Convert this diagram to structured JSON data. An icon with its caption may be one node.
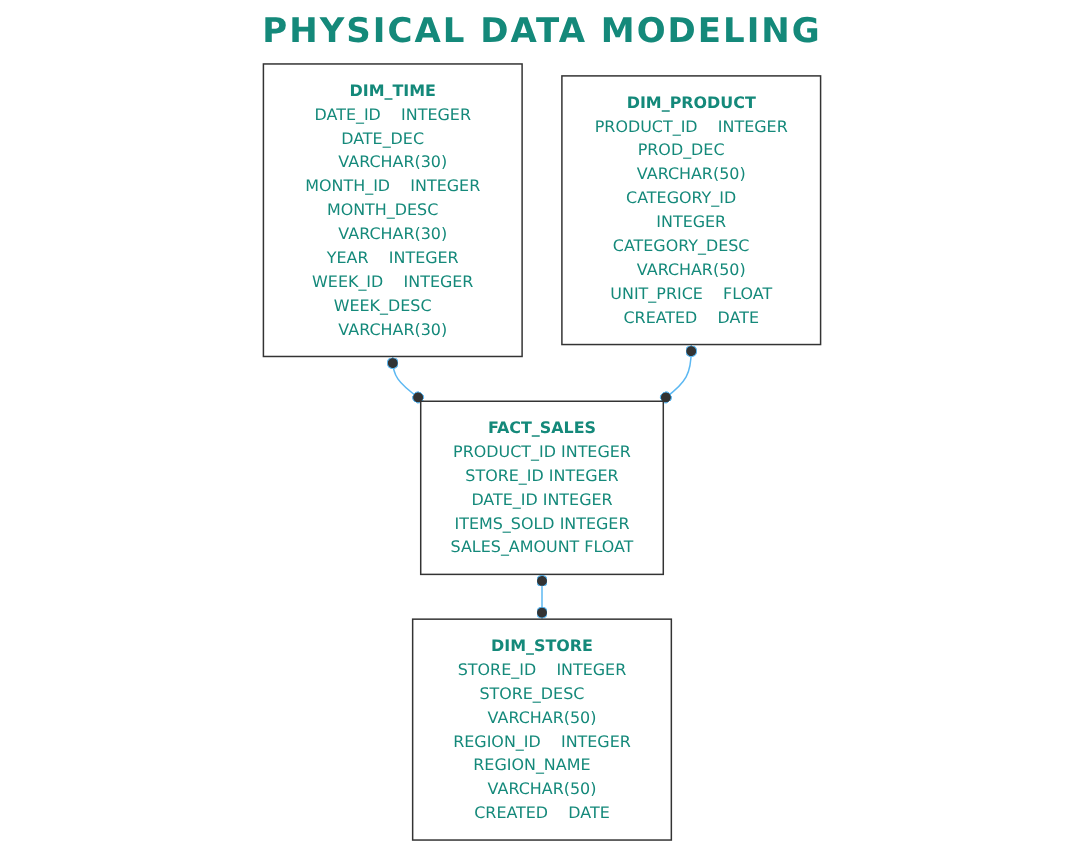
{
  "diagram": {
    "title": "PHYSICAL DATA MODELING",
    "nodes": [
      {
        "text": [
          "DIM_TIME",
          "DATE_ID",
          "INTEGER",
          "DATE_DEC",
          "VARCHAR(30)",
          "MONTH_ID",
          "INTEGER",
          "MONTH_DESC",
          "VARCHAR(30)",
          "YEAR",
          "INTEGER",
          "WEEK_ID",
          "INTEGER",
          "WEEK_DESC",
          "VARCHAR(30)"
        ]
      },
      {
        "text": [
          "DIM_PRODUCT",
          "PRODUCT_ID",
          "INTEGER",
          "PROD_DEC",
          "VARCHAR(50)",
          "CATEGORY_ID",
          "INTEGER",
          "CATEGORY_DESC",
          "VARCHAR(50)",
          "UNIT_PRICE",
          "FLOAT",
          "CREATED",
          "DATE"
        ]
      },
      {
        "text": [
          "FACT_SALES",
          "PRODUCT_ID",
          "INTEGER",
          "STORE_ID",
          "INTEGER",
          "DATE_ID",
          "INTEGER",
          "ITEMS_SOLD",
          "INTEGER",
          "SALES_AMOUNT",
          "FLOAT"
        ]
      },
      {
        "text": [
          "DIM_STORE",
          "STORE_ID",
          "INTEGER",
          "STORE_DESC",
          "VARCHAR(50)",
          "REGION_ID",
          "INTEGER",
          "REGION_NAME",
          "VARCHAR(50)",
          "CREATED",
          "DATE"
        ]
      }
    ],
    "edges": [
      {
        "from": 0,
        "to": 2,
        "arrow": "other"
      },
      {
        "from": 1,
        "to": 2,
        "arrow": "other"
      },
      {
        "from": 2,
        "to": 3,
        "arrow": "other"
      }
    ]
  }
}
